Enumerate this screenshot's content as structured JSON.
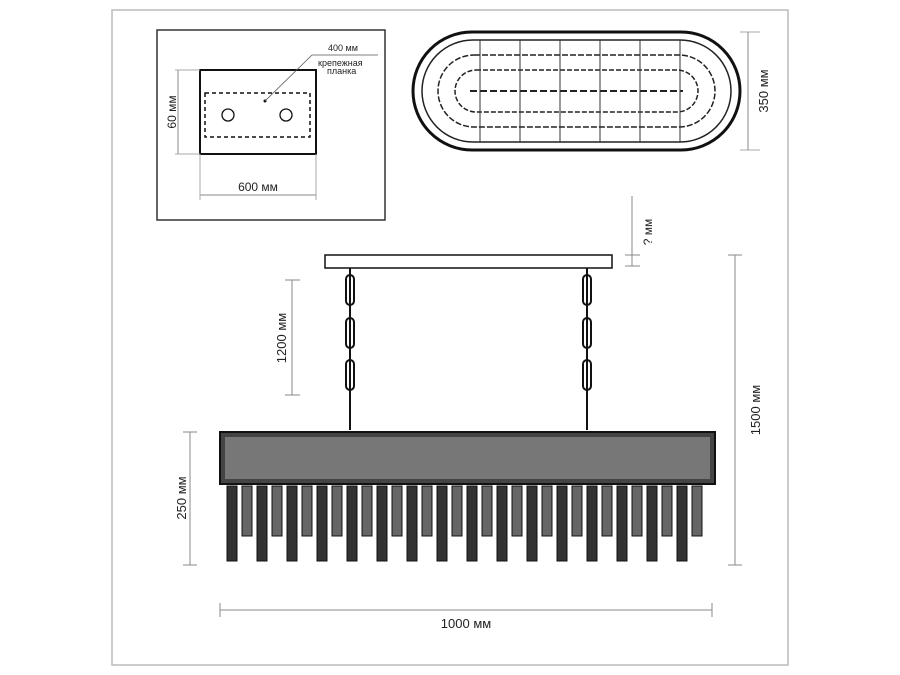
{
  "mount_plate": {
    "width_label": "600 мм",
    "height_label": "60 мм",
    "bracket_size_label": "400 мм",
    "bracket_label_line1": "крепежная",
    "bracket_label_line2": "планка"
  },
  "top_view": {
    "depth_label": "350 мм"
  },
  "front_view": {
    "canopy_gap_label": "? мм",
    "chain_label": "1200 мм",
    "total_height_label": "1500 мм",
    "body_height_label": "250 мм",
    "width_label": "1000 мм"
  }
}
